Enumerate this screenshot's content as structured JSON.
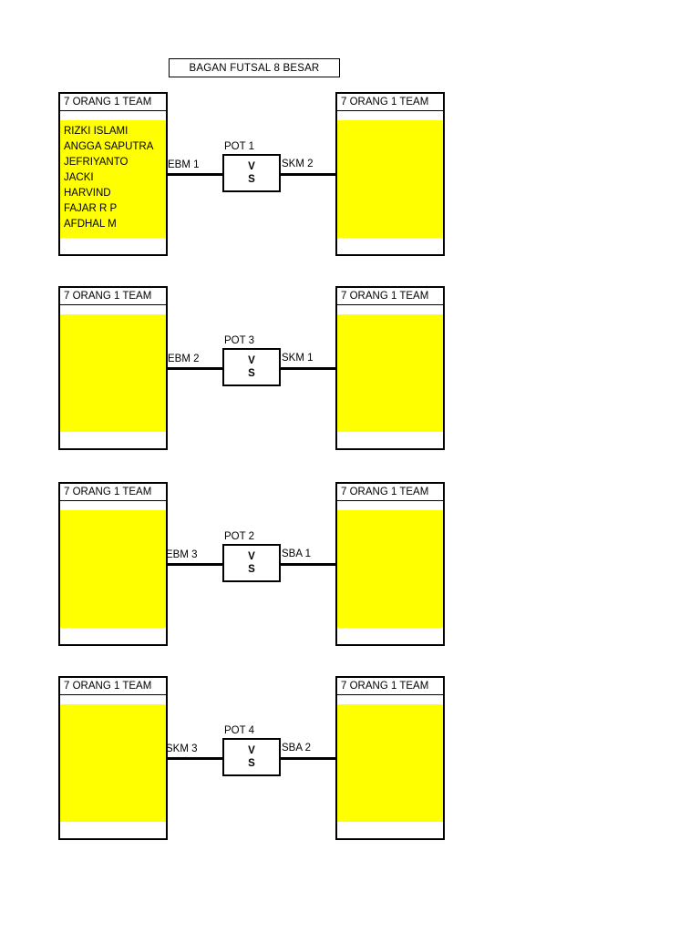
{
  "title": "BAGAN FUTSAL 8 BESAR",
  "card_header": "7 ORANG 1 TEAM",
  "vs": {
    "line1": "V",
    "line2": "S"
  },
  "brackets": [
    {
      "pot": "POT 1",
      "left_label": "EBM 1",
      "right_label": "SKM 2",
      "left_players": [
        "RIZKI ISLAMI",
        "ANGGA SAPUTRA",
        "JEFRIYANTO",
        "JACKI",
        "HARVIND",
        "FAJAR R P",
        "AFDHAL M"
      ],
      "right_players": []
    },
    {
      "pot": "POT 3",
      "left_label": "EBM 2",
      "right_label": "SKM 1",
      "left_players": [],
      "right_players": []
    },
    {
      "pot": "POT 2",
      "left_label": "EBM 3",
      "right_label": "SBA 1",
      "left_players": [],
      "right_players": []
    },
    {
      "pot": "POT 4",
      "left_label": "SKM 3",
      "right_label": "SBA 2",
      "left_players": [],
      "right_players": []
    }
  ],
  "colors": {
    "highlight": "#ffff00",
    "line": "#000000",
    "paper": "#ffffff"
  }
}
